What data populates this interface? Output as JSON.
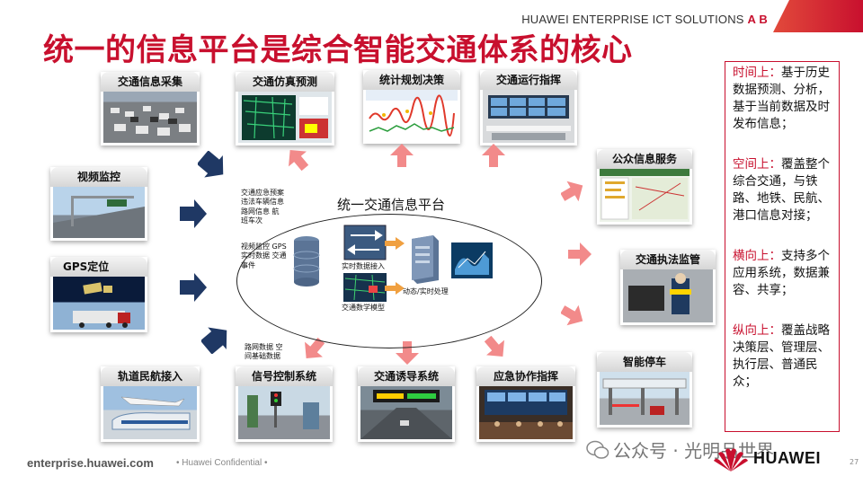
{
  "header": {
    "banner": "HUAWEI ENTERPRISE ICT SOLUTIONS",
    "banner_accent": "A B",
    "title": "统一的信息平台是综合智能交通体系的核心"
  },
  "cards": {
    "collect": "交通信息采集",
    "sim": "交通仿真预测",
    "plan": "统计规划决策",
    "ops": "交通运行指挥",
    "video": "视频监控",
    "gps": "GPS定位",
    "rail": "轨道民航接入",
    "signal": "信号控制系统",
    "guide": "交通诱导系统",
    "emerg": "应急协作指挥",
    "public": "公众信息服务",
    "enforce": "交通执法监管",
    "parking": "智能停车"
  },
  "platform": {
    "title": "统一交通信息平台",
    "note1": "交通应急预案 违法车辆信息 路网信息 航 班车次",
    "note2": "视频监控 GPS实时数据 交通事件",
    "note3": "路网数据 空 间基础数据",
    "lbl_access": "实时数据接入",
    "lbl_process": "动态/实时处理",
    "lbl_model": "交通数学模型"
  },
  "sidebar": [
    {
      "key": "时间上：",
      "text": "基于历史数据预测、分析，基于当前数据及时发布信息；"
    },
    {
      "key": "空间上：",
      "text": "覆盖整个综合交通，与铁路、地铁、民航、港口信息对接；"
    },
    {
      "key": "横向上：",
      "text": "支持多个应用系统，数据兼容、共享；"
    },
    {
      "key": "纵向上：",
      "text": "覆盖战略决策层、管理层、执行层、普通民众；"
    }
  ],
  "footer": {
    "url": "enterprise.huawei.com",
    "confidential": "•  Huawei Confidential  •",
    "page": "27",
    "wechat": "公众号 · 光明品世界",
    "logo": "HUAWEI"
  },
  "colors": {
    "accent": "#c8102e",
    "navy": "#1f3864",
    "pink": "#f28a8a"
  },
  "icons": {
    "navy_arrow": "arrow-right-navy",
    "pink_arrow": "arrow-pink",
    "logo": "huawei-petal-logo"
  }
}
